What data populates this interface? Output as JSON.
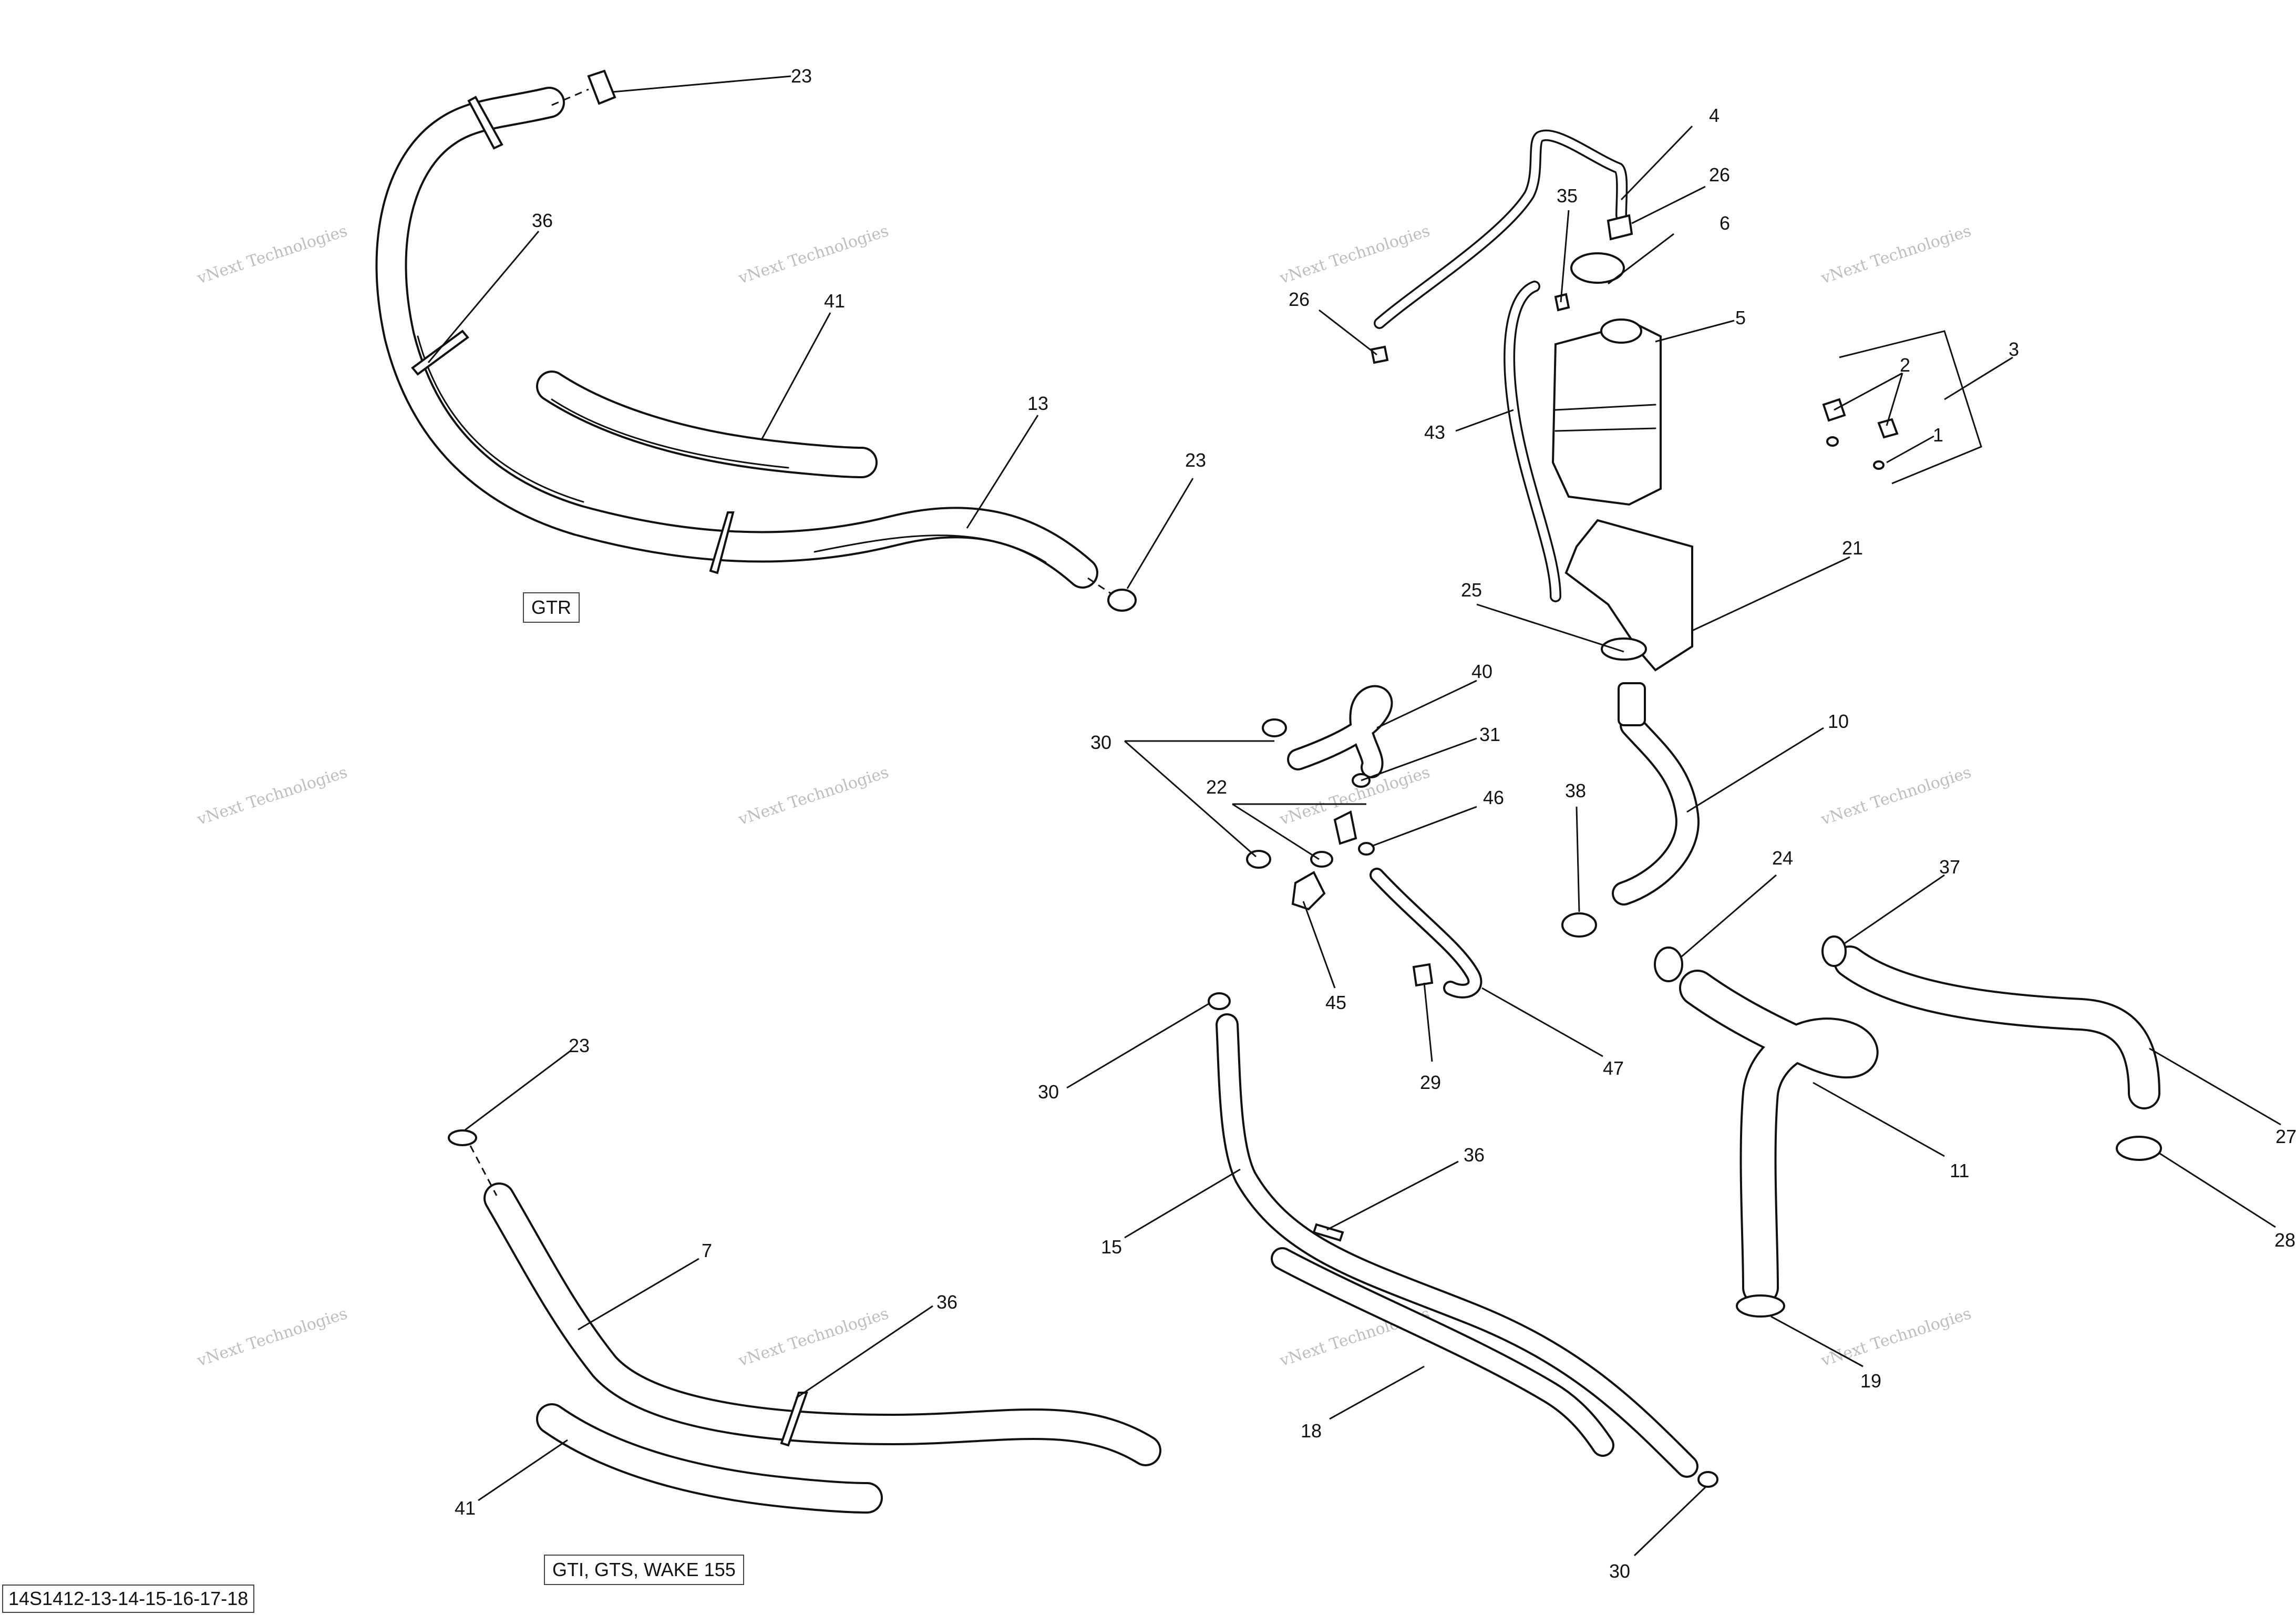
{
  "variant_labels": {
    "gtr": "GTR",
    "gti_gts_wake": "GTI, GTS, WAKE 155"
  },
  "drawing_reference": "14S1412-13-14-15-16-17-18",
  "watermark": {
    "line1": "vNext Technologies",
    "line2": "vNext",
    "line3": "Technologies"
  },
  "callouts": {
    "c23a": "23",
    "c36a": "36",
    "c41a": "41",
    "c13": "13",
    "c23b": "23",
    "c4": "4",
    "c35": "35",
    "c26a": "26",
    "c6": "6",
    "c26b": "26",
    "c5": "5",
    "c43": "43",
    "c3": "3",
    "c2": "2",
    "c1": "1",
    "c21": "21",
    "c25": "25",
    "c40": "40",
    "c30a": "30",
    "c31": "31",
    "c22": "22",
    "c46": "46",
    "c38": "38",
    "c10": "10",
    "c45": "45",
    "c24": "24",
    "c37": "37",
    "c29": "29",
    "c47": "47",
    "c30b": "30",
    "c11": "11",
    "c27": "27",
    "c28": "28",
    "c23c": "23",
    "c7": "7",
    "c36b": "36",
    "c41b": "41",
    "c36c": "36",
    "c15": "15",
    "c18": "18",
    "c19": "19",
    "c30c": "30"
  }
}
